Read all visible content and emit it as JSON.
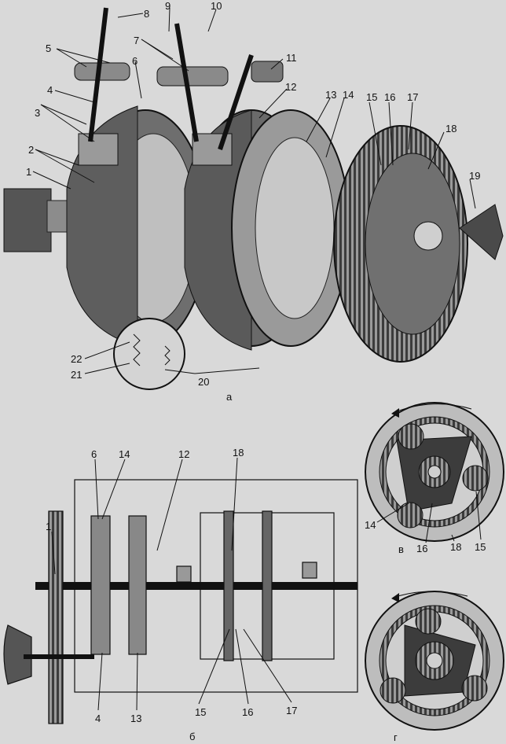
{
  "labels": {
    "n1": "1",
    "n2": "2",
    "n3": "3",
    "n4": "4",
    "n5": "5",
    "n6": "6",
    "n7": "7",
    "n8": "8",
    "n9": "9",
    "n10": "10",
    "n11": "11",
    "n12": "12",
    "n13": "13",
    "n14": "14",
    "n15": "15",
    "n16": "16",
    "n17": "17",
    "n18": "18",
    "n19": "19",
    "n20": "20",
    "n21": "21",
    "n22": "22"
  },
  "schematic_labels": {
    "n1": "1",
    "n4": "4",
    "n6": "6",
    "n12": "12",
    "n13": "13",
    "n14": "14",
    "n15": "15",
    "n16": "16",
    "n17": "17",
    "n18": "18"
  },
  "planetary_v_labels": {
    "n14": "14",
    "n15": "15",
    "n16": "16",
    "n18": "18"
  },
  "subfigures": {
    "a": "а",
    "b": "б",
    "v": "в",
    "g": "г"
  },
  "colors": {
    "metal_dark": "#3a3a3a",
    "metal_mid": "#7a7a7a",
    "metal_light": "#bdbdbd",
    "paper": "#d9d9d9"
  }
}
